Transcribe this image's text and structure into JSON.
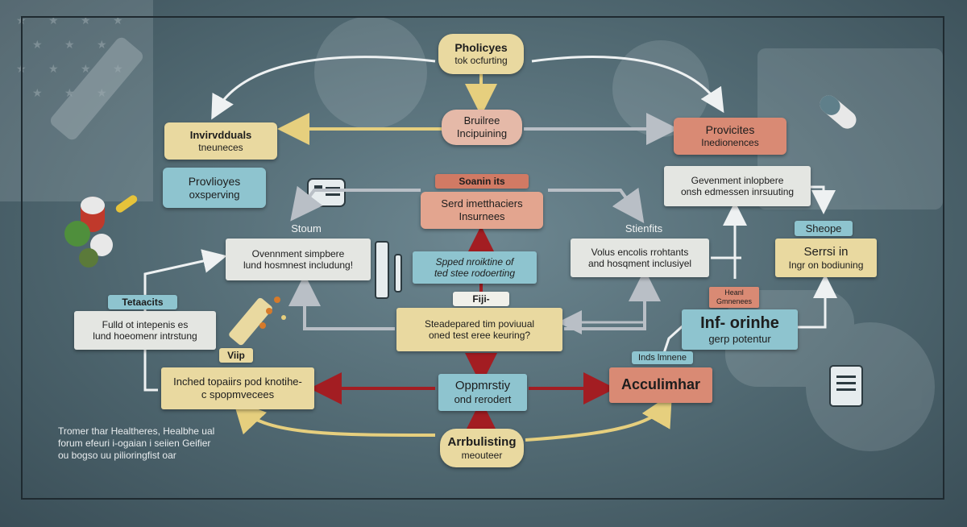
{
  "nodes": {
    "policies": {
      "line1": "Pholicyes",
      "line2": "tok ocfurting"
    },
    "business": {
      "line1": "Bruilree",
      "line2": "Incipuining"
    },
    "individuals": {
      "line1": "Invirvdduals",
      "line2": "tneuneces"
    },
    "providers_left": {
      "line1": "Provlioyes",
      "line2": "oxsperving"
    },
    "provides_right": {
      "line1": "Provicites",
      "line2": "Inedionences"
    },
    "soanin_tag": "Soanin its",
    "insurers": {
      "line1": "Serd imetthaciers",
      "line2": "Insurnees"
    },
    "government_right": {
      "line1": "Gevenment inlopbere",
      "line2": "onsh edmessen inrsuuting"
    },
    "stoum_tag": "Stoum",
    "stenfits_tag": "Stienfits",
    "sheope_tag": "Sheope",
    "government_left": {
      "line1": "Ovennment simpbere",
      "line2": "lund hosmnest includung!"
    },
    "spped": {
      "line1": "Spped nroiktine of",
      "line2": "ted stee rodoerting"
    },
    "volus": {
      "line1": "Volus encolis rrohtants",
      "line2": "and hosqment inclusiyel"
    },
    "serrsi": {
      "line1": "Serrsi in",
      "line2": "Ingr on bodiuning"
    },
    "tetaacits_tag": "Tetaacits",
    "fuld": {
      "line1": "Fulld ot intepenis es",
      "line2": "lund hoeomenr intrstung"
    },
    "fiji_tag": "Fiji-",
    "steadepared": {
      "line1": "Steadepared tim poviuual",
      "line2": "oned test eree keuring?"
    },
    "heanl_tag": {
      "line1": "Heanl",
      "line2": "Gmnenees"
    },
    "infornihe": {
      "line1": "Inf- orinhe",
      "line2": "gerp potentur"
    },
    "viip_tag": "Viip",
    "inched": {
      "line1": "Inched topaiirs pod knotihe-",
      "line2": "c spopmvecees"
    },
    "opprmesty": {
      "line1": "Oppmrstiy",
      "line2": "ond rerodert"
    },
    "inds_tag": "Inds lmnene",
    "acculimaar": {
      "line1": "Acculimhar"
    },
    "arrbulisting": {
      "line1": "Arrbulisting",
      "line2": "meouteer"
    }
  },
  "caption": {
    "line1": "Tromer thar Healtheres, Healbhe ual",
    "line2": "forum efeuri i-ogaian i seiien Geifier",
    "line3": "ou bogso uu pilioringfist oar"
  },
  "colors": {
    "yellow": "#e9d9a0",
    "blue": "#8ec4cf",
    "salmon": "#d98a74",
    "grey": "#e4e6e2",
    "red_arrow": "#a31d22",
    "yellow_arrow": "#e6cf7e"
  }
}
